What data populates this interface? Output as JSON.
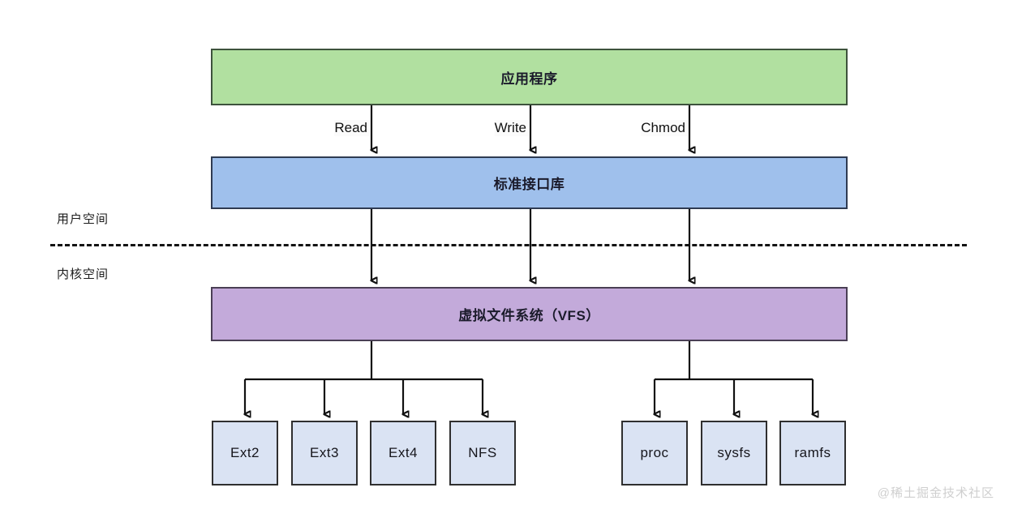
{
  "diagram": {
    "title_layers": {
      "application": "应用程序",
      "standard_library": "标准接口库",
      "vfs": "虚拟文件系统（VFS）"
    },
    "space_labels": {
      "user": "用户空间",
      "kernel": "内核空间"
    },
    "syscalls": [
      {
        "label": "Read"
      },
      {
        "label": "Write"
      },
      {
        "label": "Chmod"
      }
    ],
    "filesystems_left": [
      {
        "label": "Ext2"
      },
      {
        "label": "Ext3"
      },
      {
        "label": "Ext4"
      },
      {
        "label": "NFS"
      }
    ],
    "filesystems_right": [
      {
        "label": "proc"
      },
      {
        "label": "sysfs"
      },
      {
        "label": "ramfs"
      }
    ],
    "watermark": "@稀土掘金技术社区",
    "colors": {
      "application_fill": "#b1e0a0",
      "library_fill": "#9fc0ec",
      "vfs_fill": "#c3aada",
      "filesystem_fill": "#dae3f3",
      "stroke": "#2f2f2f",
      "background": "#ffffff",
      "watermark_text": "#cfcfcf"
    }
  }
}
